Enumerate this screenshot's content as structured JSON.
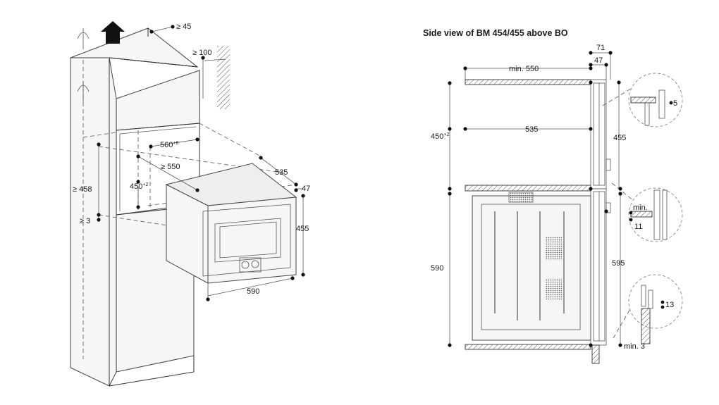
{
  "left_diagram": {
    "dims": {
      "top_clearance": "≥ 45",
      "wall_clearance": "≥ 100",
      "niche_width": "560",
      "niche_width_sup": "+8",
      "niche_depth": "≥ 550",
      "niche_height": "450",
      "niche_height_sup": "+2",
      "cabinet_height": "≥ 458",
      "base_gap": "≥ 3",
      "appliance_depth": "535",
      "front_depth": "47",
      "appliance_height": "455",
      "appliance_width": "590"
    }
  },
  "right_diagram": {
    "title": "Side view of BM 454/455 above BO",
    "dims": {
      "front_total": "71",
      "front_panel": "47",
      "min_depth": "min. 550",
      "inner_depth": "535",
      "niche_height": "450",
      "niche_height_sup": "+2",
      "top_appliance_height": "455",
      "bottom_appliance_height": "590",
      "front_height": "595",
      "detail_top": "5",
      "detail_mid_label": "min.",
      "detail_mid_value": "11",
      "detail_bottom": "13",
      "bottom_gap": "min. 3"
    }
  }
}
